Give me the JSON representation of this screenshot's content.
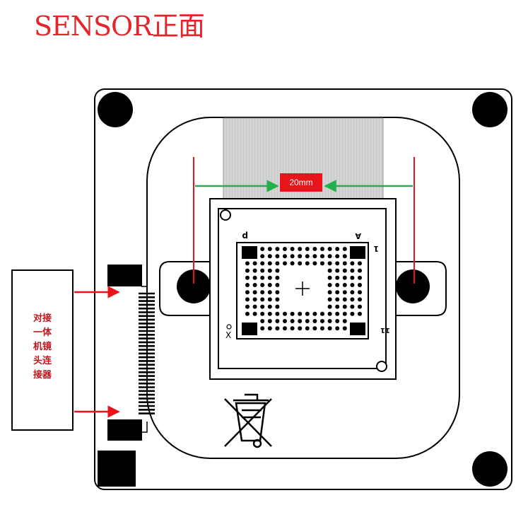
{
  "title": "SENSOR正面",
  "dimension": {
    "label": "20mm"
  },
  "callout": {
    "lines": [
      "对接",
      "一体",
      "机镜",
      "头连",
      "接器"
    ]
  },
  "pin_labels": {
    "top_left": "p",
    "top_right": "A",
    "right_top": "1",
    "right_bottom": "11",
    "left_bottom": "X"
  },
  "colors": {
    "title": "#e4262b",
    "marker_red": "#e8131b",
    "arrow_green": "#22b04a",
    "board": "#000000"
  },
  "icons": {
    "recycle_bin": "crossed-out-wheelie-bin-icon"
  }
}
